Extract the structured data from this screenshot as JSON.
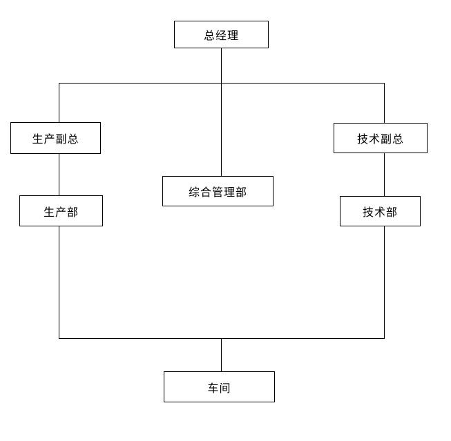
{
  "diagram": {
    "type": "org-chart",
    "background_color": "#ffffff",
    "line_color": "#000000",
    "box_border_color": "#000000",
    "box_fill_color": "#ffffff",
    "nodes": {
      "general_manager": {
        "label": "总经理"
      },
      "production_vp": {
        "label": "生产副总"
      },
      "technical_vp": {
        "label": "技术副总"
      },
      "admin_dept": {
        "label": "综合管理部"
      },
      "production_dept": {
        "label": "生产部"
      },
      "technical_dept": {
        "label": "技术部"
      },
      "workshop": {
        "label": "车间"
      }
    },
    "edges": [
      {
        "from": "general_manager",
        "to": "production_vp"
      },
      {
        "from": "general_manager",
        "to": "admin_dept"
      },
      {
        "from": "general_manager",
        "to": "technical_vp"
      },
      {
        "from": "production_vp",
        "to": "production_dept"
      },
      {
        "from": "technical_vp",
        "to": "technical_dept"
      },
      {
        "from": "production_dept",
        "to": "workshop"
      },
      {
        "from": "technical_dept",
        "to": "workshop"
      }
    ]
  }
}
